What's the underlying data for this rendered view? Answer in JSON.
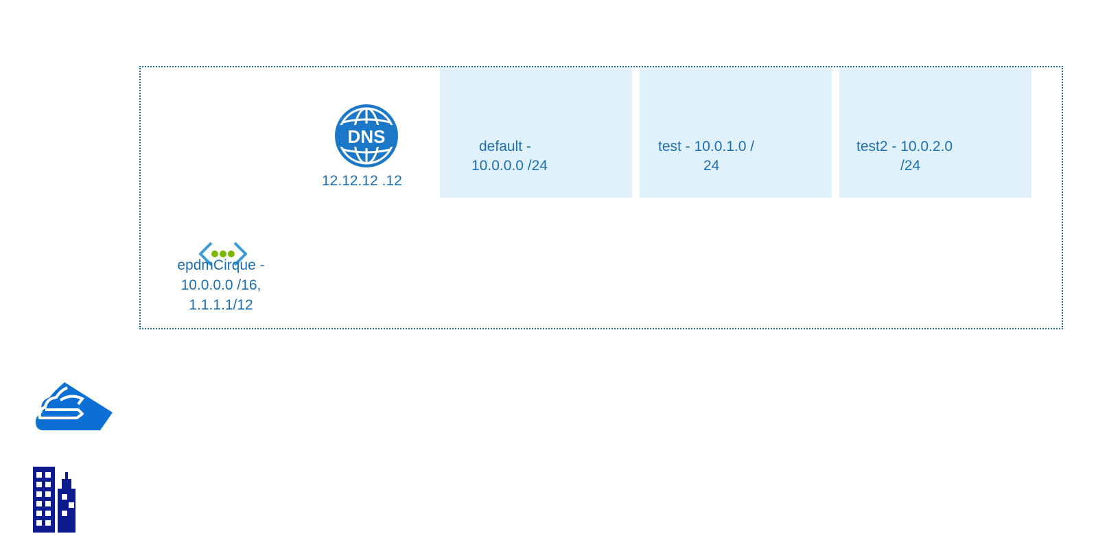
{
  "dns": {
    "icon": "dns-icon",
    "icon_text": "DNS",
    "ip": "12.12.12 .12"
  },
  "vnet": {
    "icon": "virtual-network-icon",
    "label_line1": "epdmCirque -",
    "label_line2": "10.0.0.0 /16,",
    "label_line3": "1.1.1.1/12"
  },
  "subnets": [
    {
      "line1": "default -",
      "line2": "10.0.0.0 /24"
    },
    {
      "line1": "test - 10.0.1.0 /",
      "line2": "24"
    },
    {
      "line1": "test2 - 10.0.2.0",
      "line2": "/24"
    }
  ],
  "legend_icons": [
    "cloud-gateway-icon",
    "building-icon"
  ],
  "colors": {
    "border": "#1a6fb3",
    "subnet_fill": "#e1f1fb",
    "text": "#1a6fb3",
    "dns_blue": "#1b78c9",
    "gateway_blue": "#0b6fd3",
    "building_navy": "#0d1b8e",
    "vnet_dots": "#7ab800"
  }
}
